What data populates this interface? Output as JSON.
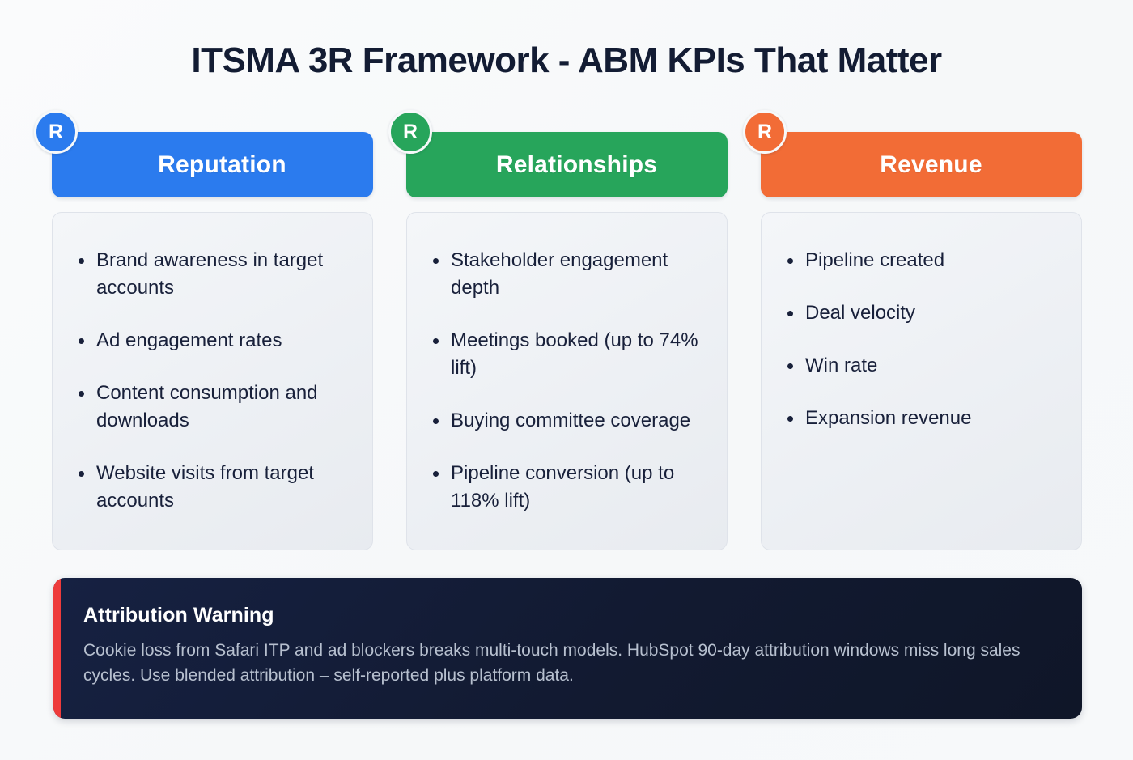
{
  "page": {
    "title": "ITSMA 3R Framework - ABM KPIs That Matter",
    "background_color": "#F6F8F9",
    "title_color": "#131C33"
  },
  "columns": [
    {
      "badge": "R",
      "label": "Reputation",
      "color": "#2B7BEE",
      "items": [
        "Brand awareness in target accounts",
        "Ad engagement rates",
        "Content consumption and downloads",
        "Website visits from target accounts"
      ]
    },
    {
      "badge": "R",
      "label": "Relationships",
      "color": "#27A55B",
      "items": [
        "Stakeholder engagement depth",
        "Meetings booked (up to 74% lift)",
        "Buying committee coverage",
        "Pipeline conversion (up to 118% lift)"
      ]
    },
    {
      "badge": "R",
      "label": "Revenue",
      "color": "#F26C36",
      "items": [
        "Pipeline created",
        "Deal velocity",
        "Win rate",
        "Expansion revenue"
      ]
    }
  ],
  "warning": {
    "title": "Attribution Warning",
    "body": "Cookie loss from Safari ITP and ad blockers breaks multi-touch models. HubSpot 90-day attribution windows miss long sales cycles. Use blended attribution – self-reported plus platform data.",
    "accent_color": "#EE3B3B",
    "background_color": "#121A31",
    "title_color": "#FFFFFF",
    "body_color": "#B7C0CF"
  }
}
